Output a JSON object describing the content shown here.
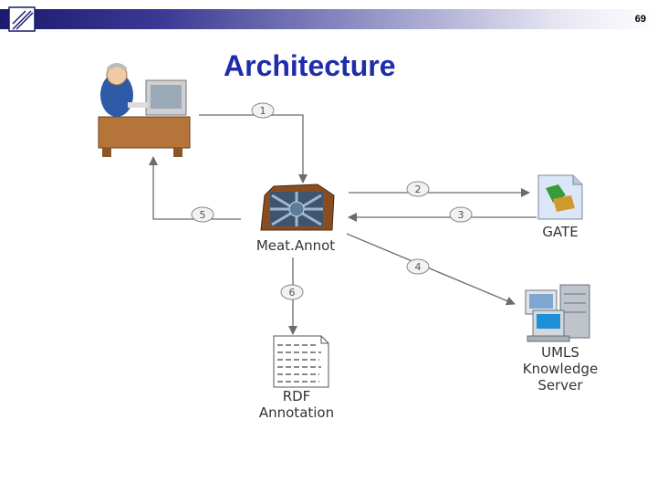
{
  "slide_number": "69",
  "title": "Architecture",
  "nodes": {
    "meatannot": "Meat.Annot",
    "gate": "GATE",
    "umls_line1": "UMLS",
    "umls_line2": "Knowledge",
    "umls_line3": "Server",
    "rdf_line1": "RDF",
    "rdf_line2": "Annotation"
  },
  "steps": [
    "1",
    "2",
    "3",
    "4",
    "5",
    "6"
  ],
  "icons": [
    "pen-logo-icon",
    "user-at-computer-icon",
    "meatannot-engine-icon",
    "gate-app-icon",
    "server-icon",
    "document-icon"
  ],
  "colors": {
    "title": "#1f2ea8",
    "arrow": "#6b6b6b"
  }
}
